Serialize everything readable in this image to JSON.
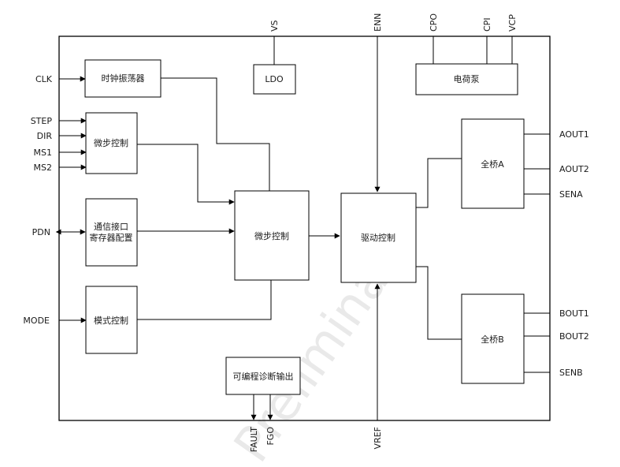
{
  "watermark": "Preliminary",
  "pins_left": {
    "clk": "CLK",
    "step": "STEP",
    "dir": "DIR",
    "ms1": "MS1",
    "ms2": "MS2",
    "pdn": "PDN",
    "mode": "MODE"
  },
  "pins_top": {
    "vs": "VS",
    "enn": "ENN",
    "cpo": "CPO",
    "cpi": "CPI",
    "vcp": "VCP"
  },
  "pins_right": {
    "aout1": "AOUT1",
    "aout2": "AOUT2",
    "sena": "SENA",
    "bout1": "BOUT1",
    "bout2": "BOUT2",
    "senb": "SENB"
  },
  "pins_bottom": {
    "fault": "FAULT",
    "fgo": "FGO",
    "vref": "VREF"
  },
  "blocks": {
    "clock_osc": "时钟振荡器",
    "ldo": "LDO",
    "charge_pump": "电荷泵",
    "microstep_in": "微步控制",
    "comm_line1": "通信接口",
    "comm_line2": "寄存器配置",
    "mode_ctrl": "模式控制",
    "microstep_core": "微步控制",
    "drive_ctrl": "驱动控制",
    "bridge_a": "全桥A",
    "bridge_b": "全桥B",
    "prog_diag": "可编程诊断输出"
  }
}
